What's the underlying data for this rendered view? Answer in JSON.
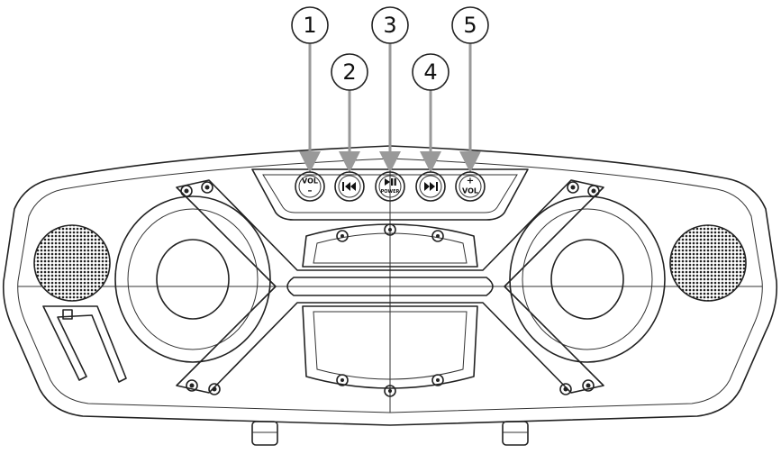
{
  "callouts": [
    {
      "number": "1",
      "target": "vol-minus"
    },
    {
      "number": "2",
      "target": "previous"
    },
    {
      "number": "3",
      "target": "play-pause-power"
    },
    {
      "number": "4",
      "target": "next"
    },
    {
      "number": "5",
      "target": "vol-plus"
    }
  ],
  "buttons": {
    "vol_minus": {
      "top": "VOL",
      "bottom": "–"
    },
    "previous": {
      "icon": "previous-track-icon"
    },
    "play_pause": {
      "icon": "play-pause-icon",
      "label": "POWER"
    },
    "next": {
      "icon": "next-track-icon"
    },
    "vol_plus": {
      "top": "+",
      "bottom": "VOL"
    }
  },
  "colors": {
    "line": "#222222",
    "arrow": "#999999",
    "background": "#ffffff"
  }
}
